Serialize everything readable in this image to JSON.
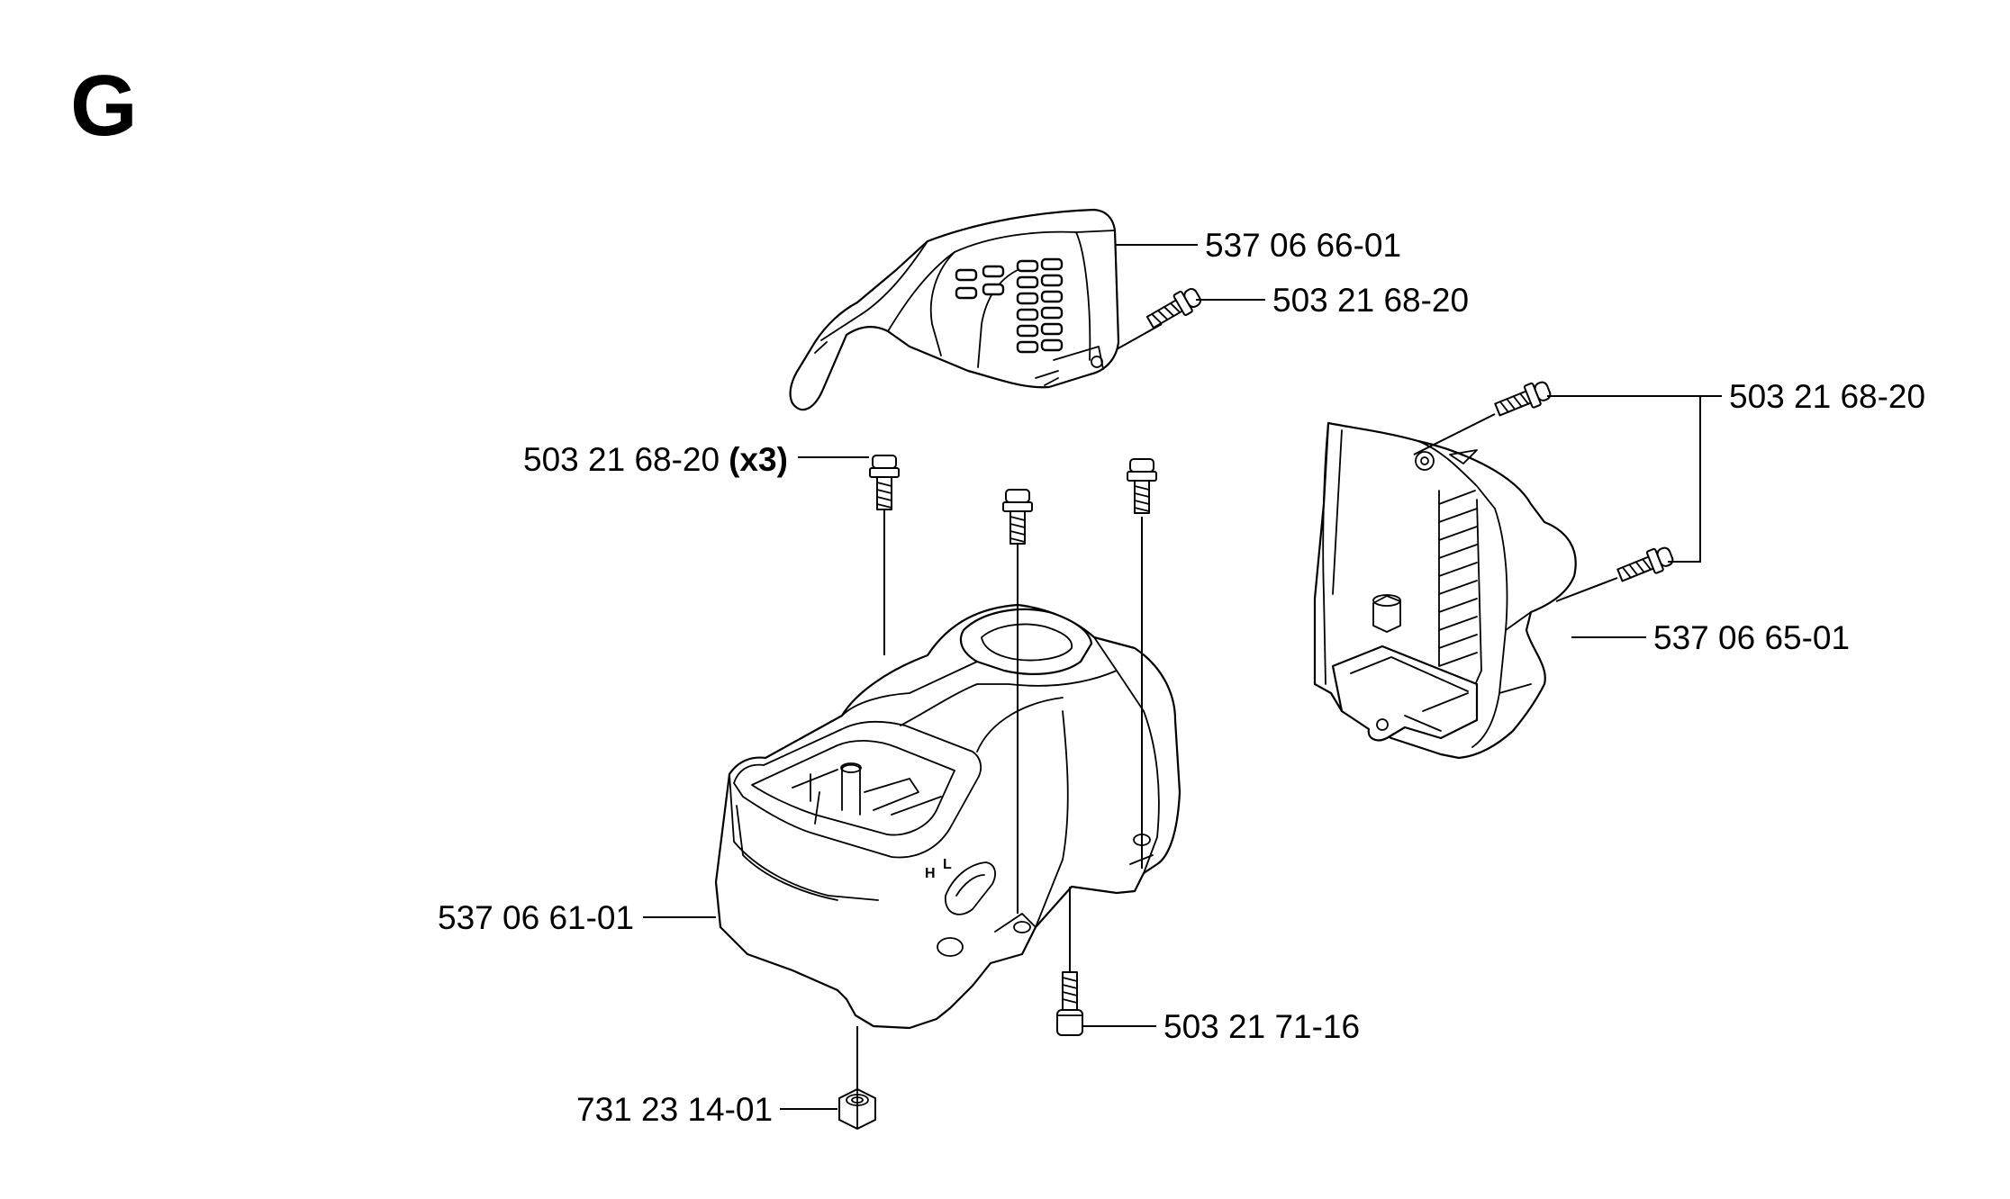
{
  "section_letter": "G",
  "labels": {
    "cover_top": "537 06 66-01",
    "screw_top_cover": "503 21 68-20",
    "screws_right_cover": "503 21 68-20",
    "screws_cylinder_part": "503 21 68-20",
    "screws_cylinder_qty": "(x3)",
    "cover_right": "537 06 65-01",
    "cylinder_cover": "537 06 61-01",
    "screw_bottom": "503 21 71-16",
    "nut": "731 23 14-01"
  },
  "markings": {
    "h": "H",
    "l": "L"
  }
}
